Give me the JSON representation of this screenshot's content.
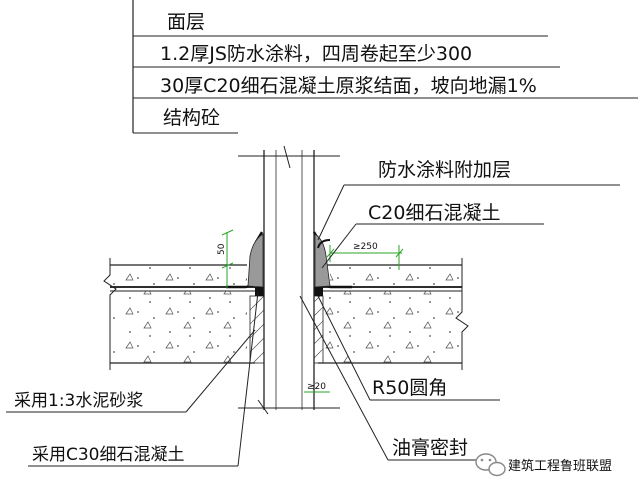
{
  "layers": {
    "surface": "面层",
    "waterproof": "1.2厚JS防水涂料，四周卷起至少300",
    "screed": "30厚C20细石混凝土原浆结面，坡向地漏1%",
    "structure": "结构砼"
  },
  "callouts": {
    "additional_layer": "防水涂料附加层",
    "fine_concrete": "C20细石混凝土",
    "mortar": "采用1:3水泥砂浆",
    "c30_concrete": "采用C30细石混凝土",
    "fillet": "R50圆角",
    "sealant": "油膏密封"
  },
  "dimensions": {
    "upturn": "50",
    "extent": "≥250",
    "gap": "≥20"
  },
  "watermark": {
    "text": "建筑工程鲁班联盟"
  }
}
